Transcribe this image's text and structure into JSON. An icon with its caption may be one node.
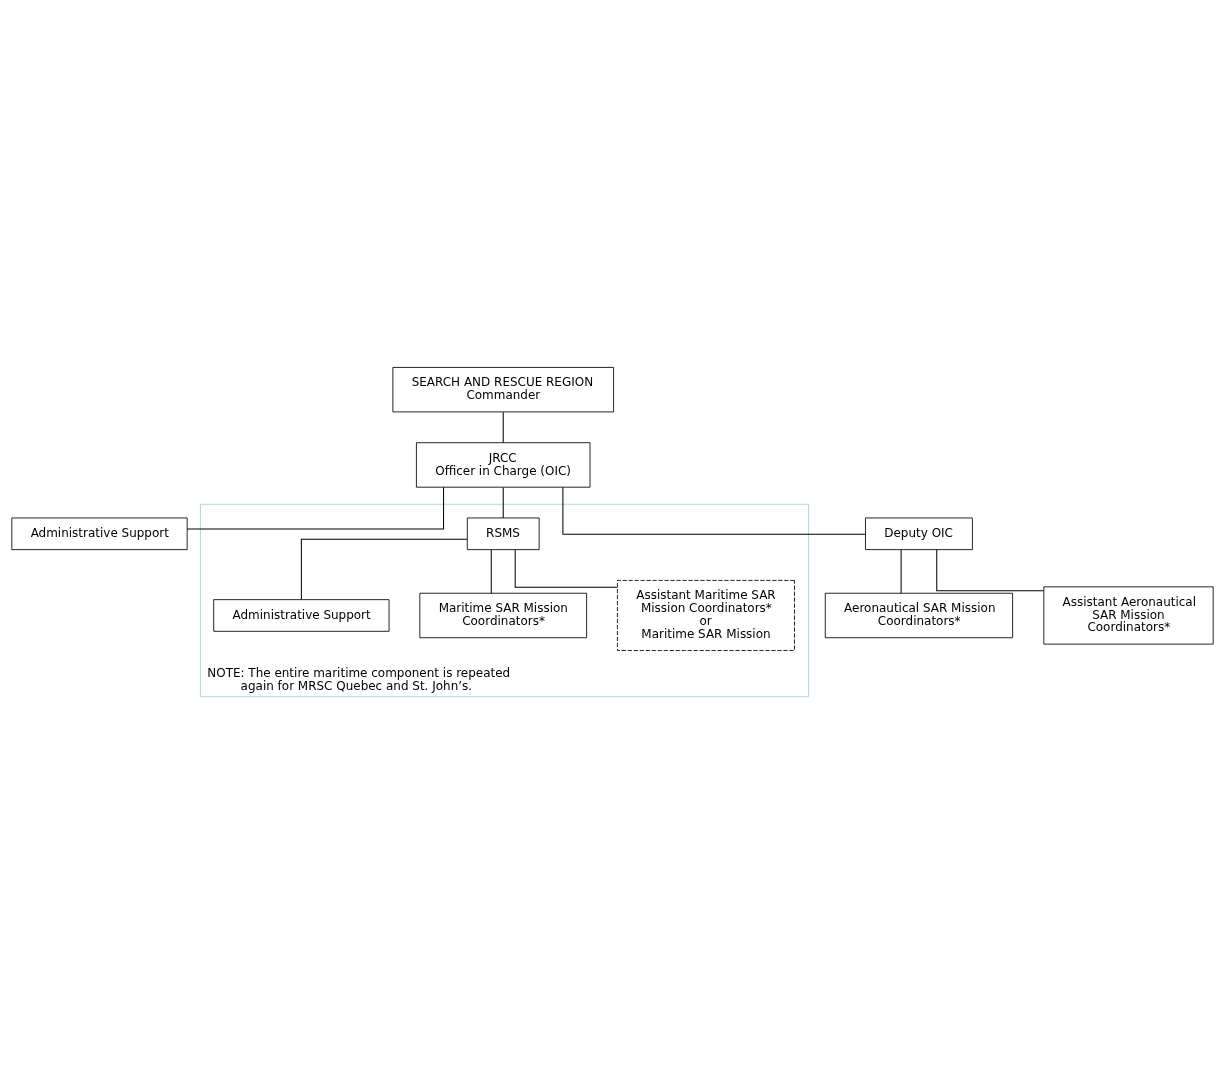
{
  "diagram": {
    "nodes": [
      {
        "text": [
          "SEARCH AND RESCUE REGION",
          "Commander"
        ]
      },
      {
        "text": [
          "JRCC",
          "Officer in Charge (OIC)"
        ]
      },
      {
        "text": [
          "Administrative Support"
        ]
      },
      {
        "text": [
          "Deputy OIC"
        ]
      },
      {
        "text": [
          "NOTE: The entire maritime component is repeated again for MRSC Quebec and St. John’s."
        ]
      },
      {
        "text": [
          "RSMS"
        ],
        "in": 4
      },
      {
        "text": [
          "Aeronautical SAR Mission Coordinators*"
        ]
      },
      {
        "text": [
          "Assistant Aeronautical SAR Mission Coordinators*"
        ]
      },
      {
        "text": [
          "Administrative Support"
        ],
        "in": 4
      },
      {
        "text": [
          "Maritime SAR Mission Coordinators*"
        ],
        "in": 4
      },
      {
        "text": [
          "Assistant Maritime SAR Mission Coordinators*",
          "or",
          "Maritime SAR Mission"
        ],
        "in": 4
      }
    ],
    "edges": [
      {
        "from": 0,
        "to": 1,
        "arrow": "none"
      },
      {
        "from": 1,
        "to": 2,
        "arrow": "none"
      },
      {
        "from": 1,
        "to": 3,
        "arrow": "none"
      },
      {
        "from": 1,
        "to": 5,
        "arrow": "none"
      },
      {
        "from": 3,
        "to": 6,
        "arrow": "none"
      },
      {
        "from": 3,
        "to": 7,
        "arrow": "none"
      },
      {
        "from": 5,
        "to": 8,
        "arrow": "none"
      },
      {
        "from": 5,
        "to": 9,
        "arrow": "none"
      },
      {
        "from": 5,
        "to": 10,
        "arrow": "none"
      }
    ]
  }
}
